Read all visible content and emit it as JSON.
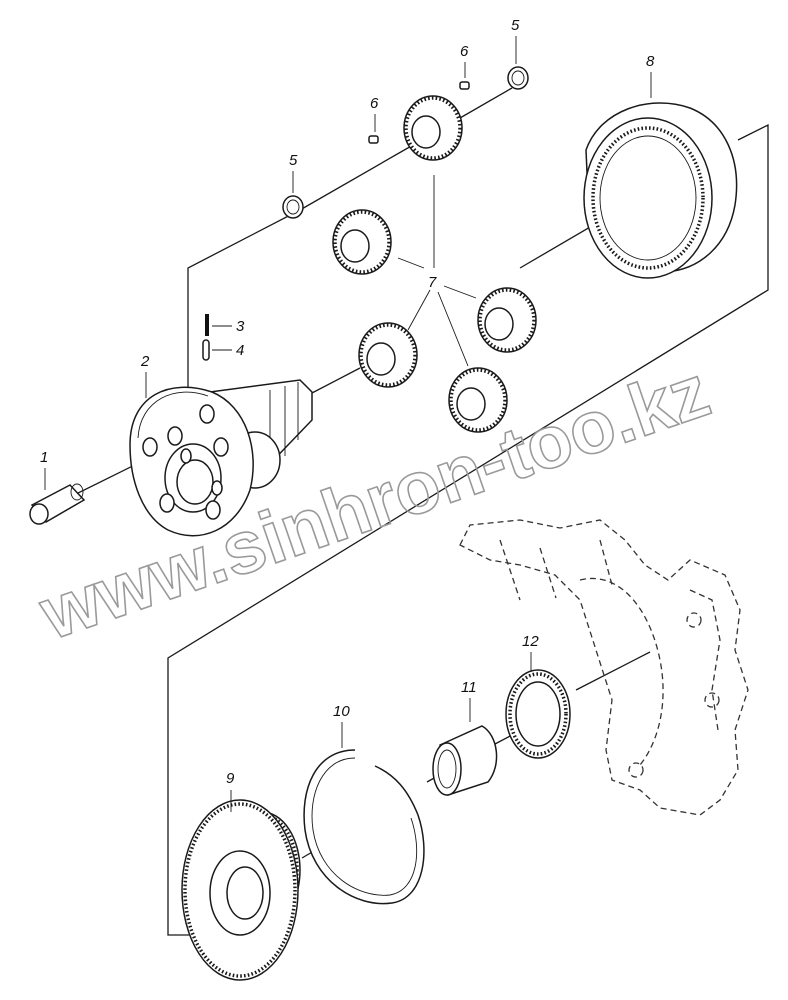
{
  "labels": {
    "p1": "1",
    "p2": "2",
    "p3": "3",
    "p4": "4",
    "p5a": "5",
    "p5b": "5",
    "p6a": "6",
    "p6b": "6",
    "p7": "7",
    "p8": "8",
    "p9": "9",
    "p10": "10",
    "p11": "11",
    "p12": "12"
  },
  "watermark": "www.sinhron-too.kz",
  "colors": {
    "line": "#1a1a1a",
    "watermark": "#9a9a9a",
    "background": "#ffffff"
  }
}
